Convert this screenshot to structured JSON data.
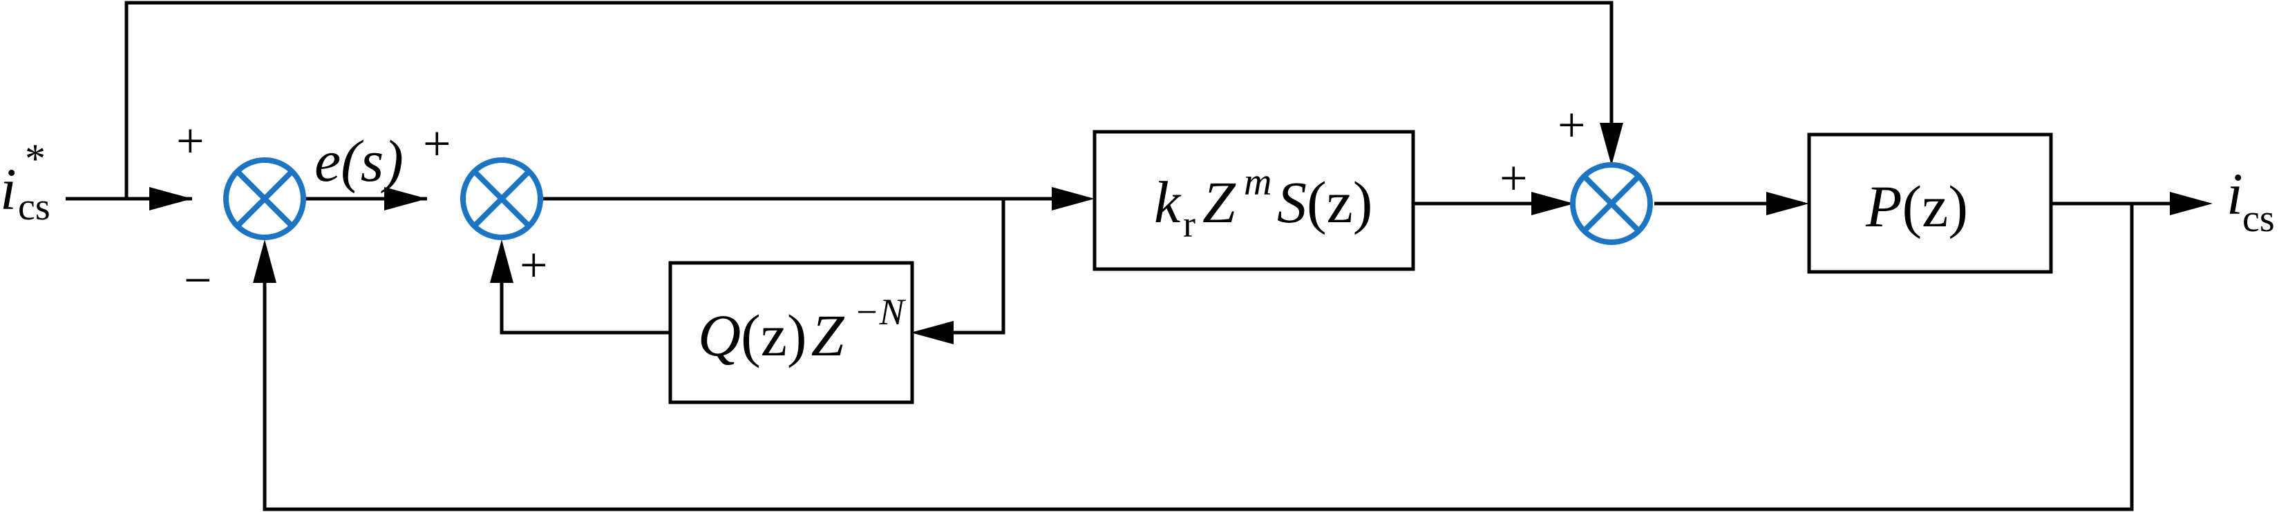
{
  "signals": {
    "input_main": "i",
    "input_sup": "*",
    "input_sub": "cs",
    "error_label": "e(s)",
    "output_main": "i",
    "output_sub": "cs"
  },
  "blocks": {
    "q_block": {
      "q": "Q",
      "q_arg": "(z)",
      "z": "Z",
      "exp": "−N"
    },
    "k_block": {
      "k": "k",
      "k_sub": "r",
      "z": "Z",
      "exp": "m",
      "s": "S",
      "s_arg": "(z)"
    },
    "p_block": {
      "p": "P",
      "p_arg": "(z)"
    }
  },
  "signs": {
    "sum1_top": "+",
    "sum1_bottom": "−",
    "sum2_top": "+",
    "sum2_bottom": "+",
    "sum3_left": "+",
    "sum3_top": "+"
  },
  "colors": {
    "summing_junction": "#1d74c0",
    "lines": "#000000"
  }
}
